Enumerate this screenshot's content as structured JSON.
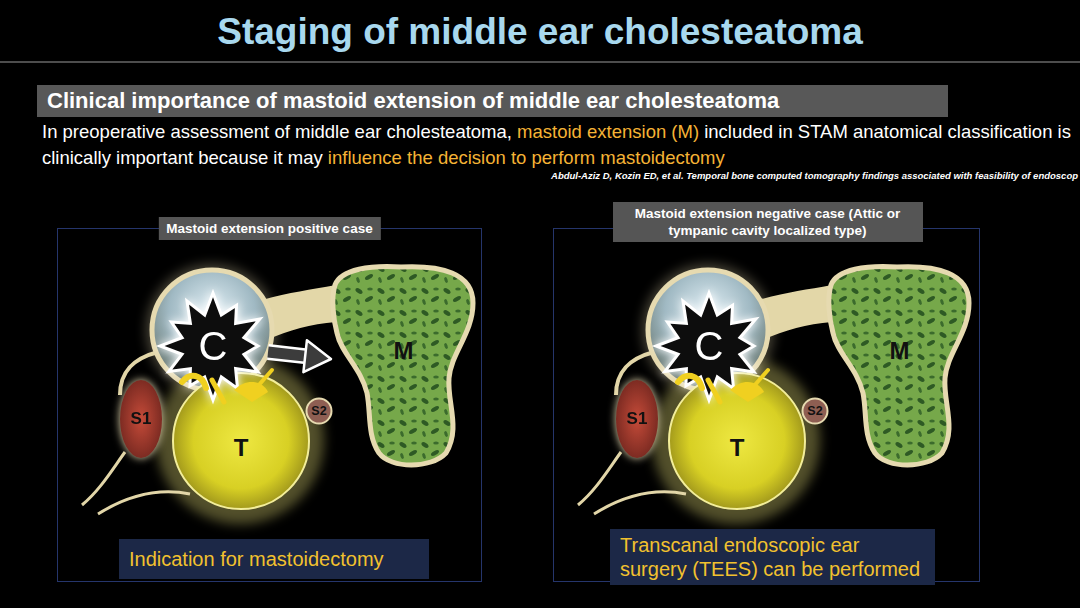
{
  "diagram": {
    "title": "Staging of middle ear cholesteatoma",
    "nodes": [
      {
        "text": [
          "Clinical importance of mastoid extension of middle ear cholesteatoma"
        ]
      },
      {
        "text": [
          "Mastoid extension positive case"
        ]
      },
      {
        "text": [
          "C"
        ],
        "in": 1
      },
      {
        "text": [
          "T"
        ],
        "in": 1
      },
      {
        "text": [
          "S1"
        ],
        "in": 1
      },
      {
        "text": [
          "S2"
        ],
        "in": 1
      },
      {
        "text": [
          "M"
        ],
        "in": 1
      },
      {
        "text": [
          "Indication for mastoidectomy"
        ],
        "in": 1
      },
      {
        "text": [
          "Mastoid extension negative case (Attic or tympanic cavity localized type)"
        ]
      },
      {
        "text": [
          "C"
        ],
        "in": 8
      },
      {
        "text": [
          "T"
        ],
        "in": 8
      },
      {
        "text": [
          "S1"
        ],
        "in": 8
      },
      {
        "text": [
          "S2"
        ],
        "in": 8
      },
      {
        "text": [
          "M"
        ],
        "in": 8
      },
      {
        "text": [
          "Transcanal endoscopic ear surgery (TEES) can be performed"
        ],
        "in": 8
      }
    ],
    "edges": [
      {
        "from": 2,
        "to": 6,
        "arrow": "to"
      }
    ],
    "labels": [
      "In preoperative assessment of middle ear cholesteatoma,",
      "mastoid extension (M)",
      "included in STAM anatomical classification is clinically important because it may",
      "influence the decision to perform mastoidectomy",
      "Abdul-Aziz D, Kozin ED, et al. Temporal bone computed tomography findings associated with feasibility of endoscop"
    ]
  }
}
